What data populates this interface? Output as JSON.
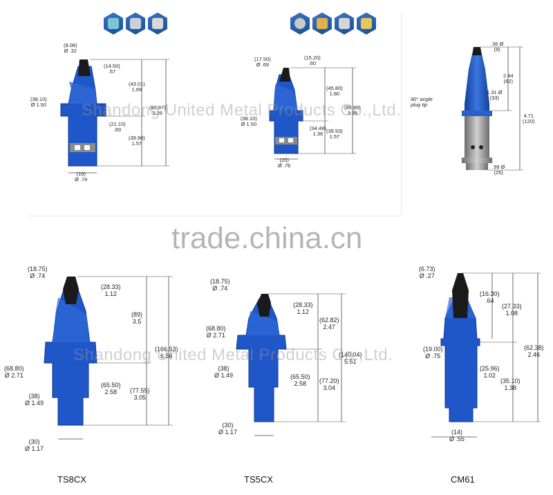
{
  "watermarks": {
    "company": "Shandong United Metal Products Co.,Ltd.",
    "site": "trade.china.cn"
  },
  "colors": {
    "accent": "#1f57c8",
    "tip": "#1a1a1a",
    "steel": "#9a9a9a"
  },
  "top": {
    "left": {
      "icons": [
        "cutter-icon",
        "drum-icon",
        "pick-icon"
      ],
      "dims": {
        "tip_dia": "(8.08)\nØ .32",
        "tip_len": "(14.50)\n.57",
        "head_len": "(43.01)\n1.69",
        "total_len": "(82.97)\n3.26",
        "flange_dia": "(38.10)\nØ 1.50",
        "shank_a": "(21.10)\n.83",
        "shank_b": "(39.90)\n1.57",
        "shank_dia": "(19)\nØ .74"
      }
    },
    "middle": {
      "icons": [
        "gear-icon",
        "cutter-icon",
        "pick-icon",
        "bit-icon"
      ],
      "dims": {
        "tip_dia": "(17.50)\nØ .69",
        "tip_len": "(15.20)\n.60",
        "head_len": "(45.80)\n1.80",
        "total_len": "(85.80)\n3.38",
        "flange_dia": "(38.10)\nØ 1.50",
        "shank_a": "(34.48)\n1.36",
        "shank_b": "(39.93)\n1.57",
        "shank_dia": "(20)\nØ .76"
      }
    },
    "right": {
      "note": "90° angle\nplug tip",
      "dims": {
        "tip_dia": ".36 Ø\n(9)",
        "head_len": "2.44\n(62)",
        "body_dia": "1.31 Ø\n(33)",
        "total_len": "4.71\n(120)",
        "shank_dia": ".99 Ø\n(25)"
      }
    }
  },
  "bottom": {
    "ts8cx": {
      "name": "TS8CX",
      "dims": {
        "tip_dia": "(18.75)\nØ .74",
        "tip_len": "(28.33)\n1.12",
        "head_len": "(89)\n3.5",
        "total_len": "(166.53)\n6.56",
        "flange_dia": "(68.80)\nØ 2.71",
        "shank_a": "(65.50)\n2.58",
        "shank_b": "(77.55)\n3.05",
        "neck_dia": "(38)\nØ 1.49",
        "end_dia": "(30)\nØ 1.17"
      }
    },
    "ts5cx": {
      "name": "TS5CX",
      "dims": {
        "tip_dia": "(18.75)\nØ .74",
        "tip_len": "(28.33)\n1.12",
        "head_len": "(62.82)\n2.47",
        "total_len": "(140.04)\n5.51",
        "flange_dia": "(68.80)\nØ 2.71",
        "shank_a": "(65.50)\n2.58",
        "shank_b": "(77.20)\n3.04",
        "neck_dia": "(38)\nØ 1.49",
        "end_dia": "(30)\nØ 1.17"
      }
    },
    "cm61": {
      "name": "CM61",
      "dims": {
        "tip_dia": "(6.73)\nØ .27",
        "tip_len": "(16.30)\n.64",
        "head_len": "(27.33)\n1.08",
        "total_len": "(62.38)\n2.46",
        "collar_dia": "(19.00)\nØ .75",
        "shank_a": "(25.96)\n1.02",
        "shank_b": "(35.10)\n1.38",
        "end_dia": "(14)\nØ .55"
      }
    }
  }
}
